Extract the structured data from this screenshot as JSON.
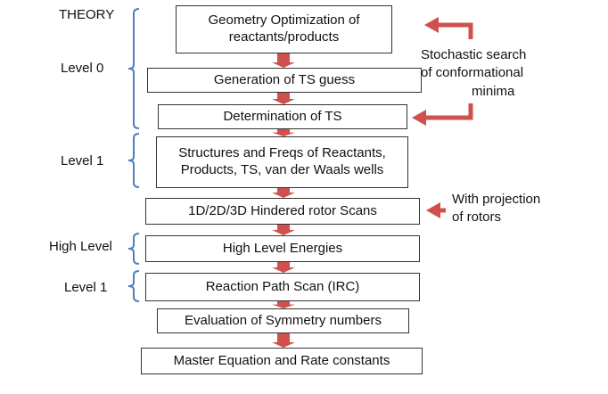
{
  "theory_header": "THEORY",
  "levels": [
    {
      "id": "level-0",
      "label": "Level 0"
    },
    {
      "id": "level-1a",
      "label": "Level 1"
    },
    {
      "id": "high-level",
      "label": "High Level"
    },
    {
      "id": "level-1b",
      "label": "Level 1"
    }
  ],
  "steps": [
    {
      "id": "geometry-optimization",
      "lines": [
        "Geometry Optimization of",
        "reactants/products"
      ]
    },
    {
      "id": "ts-guess",
      "lines": [
        "Generation of TS guess"
      ]
    },
    {
      "id": "ts-determination",
      "lines": [
        "Determination of TS"
      ]
    },
    {
      "id": "structures-freqs",
      "lines": [
        "Structures and Freqs of Reactants,",
        "Products, TS, van der Waals wells"
      ]
    },
    {
      "id": "hindered-rotor",
      "lines": [
        "1D/2D/3D Hindered rotor Scans"
      ]
    },
    {
      "id": "high-level-energies",
      "lines": [
        "High Level Energies"
      ]
    },
    {
      "id": "irc-scan",
      "lines": [
        "Reaction Path Scan (IRC)"
      ]
    },
    {
      "id": "symmetry-numbers",
      "lines": [
        "Evaluation of Symmetry numbers"
      ]
    },
    {
      "id": "master-equation",
      "lines": [
        "Master Equation and Rate constants"
      ]
    }
  ],
  "notes": {
    "stochastic": [
      "Stochastic search",
      "of conformational",
      "minima"
    ],
    "projection": [
      "With projection",
      "of rotors"
    ]
  },
  "colors": {
    "arrow": "#d0504d",
    "bracket": "#4f7fbf",
    "box_border": "#333333"
  }
}
